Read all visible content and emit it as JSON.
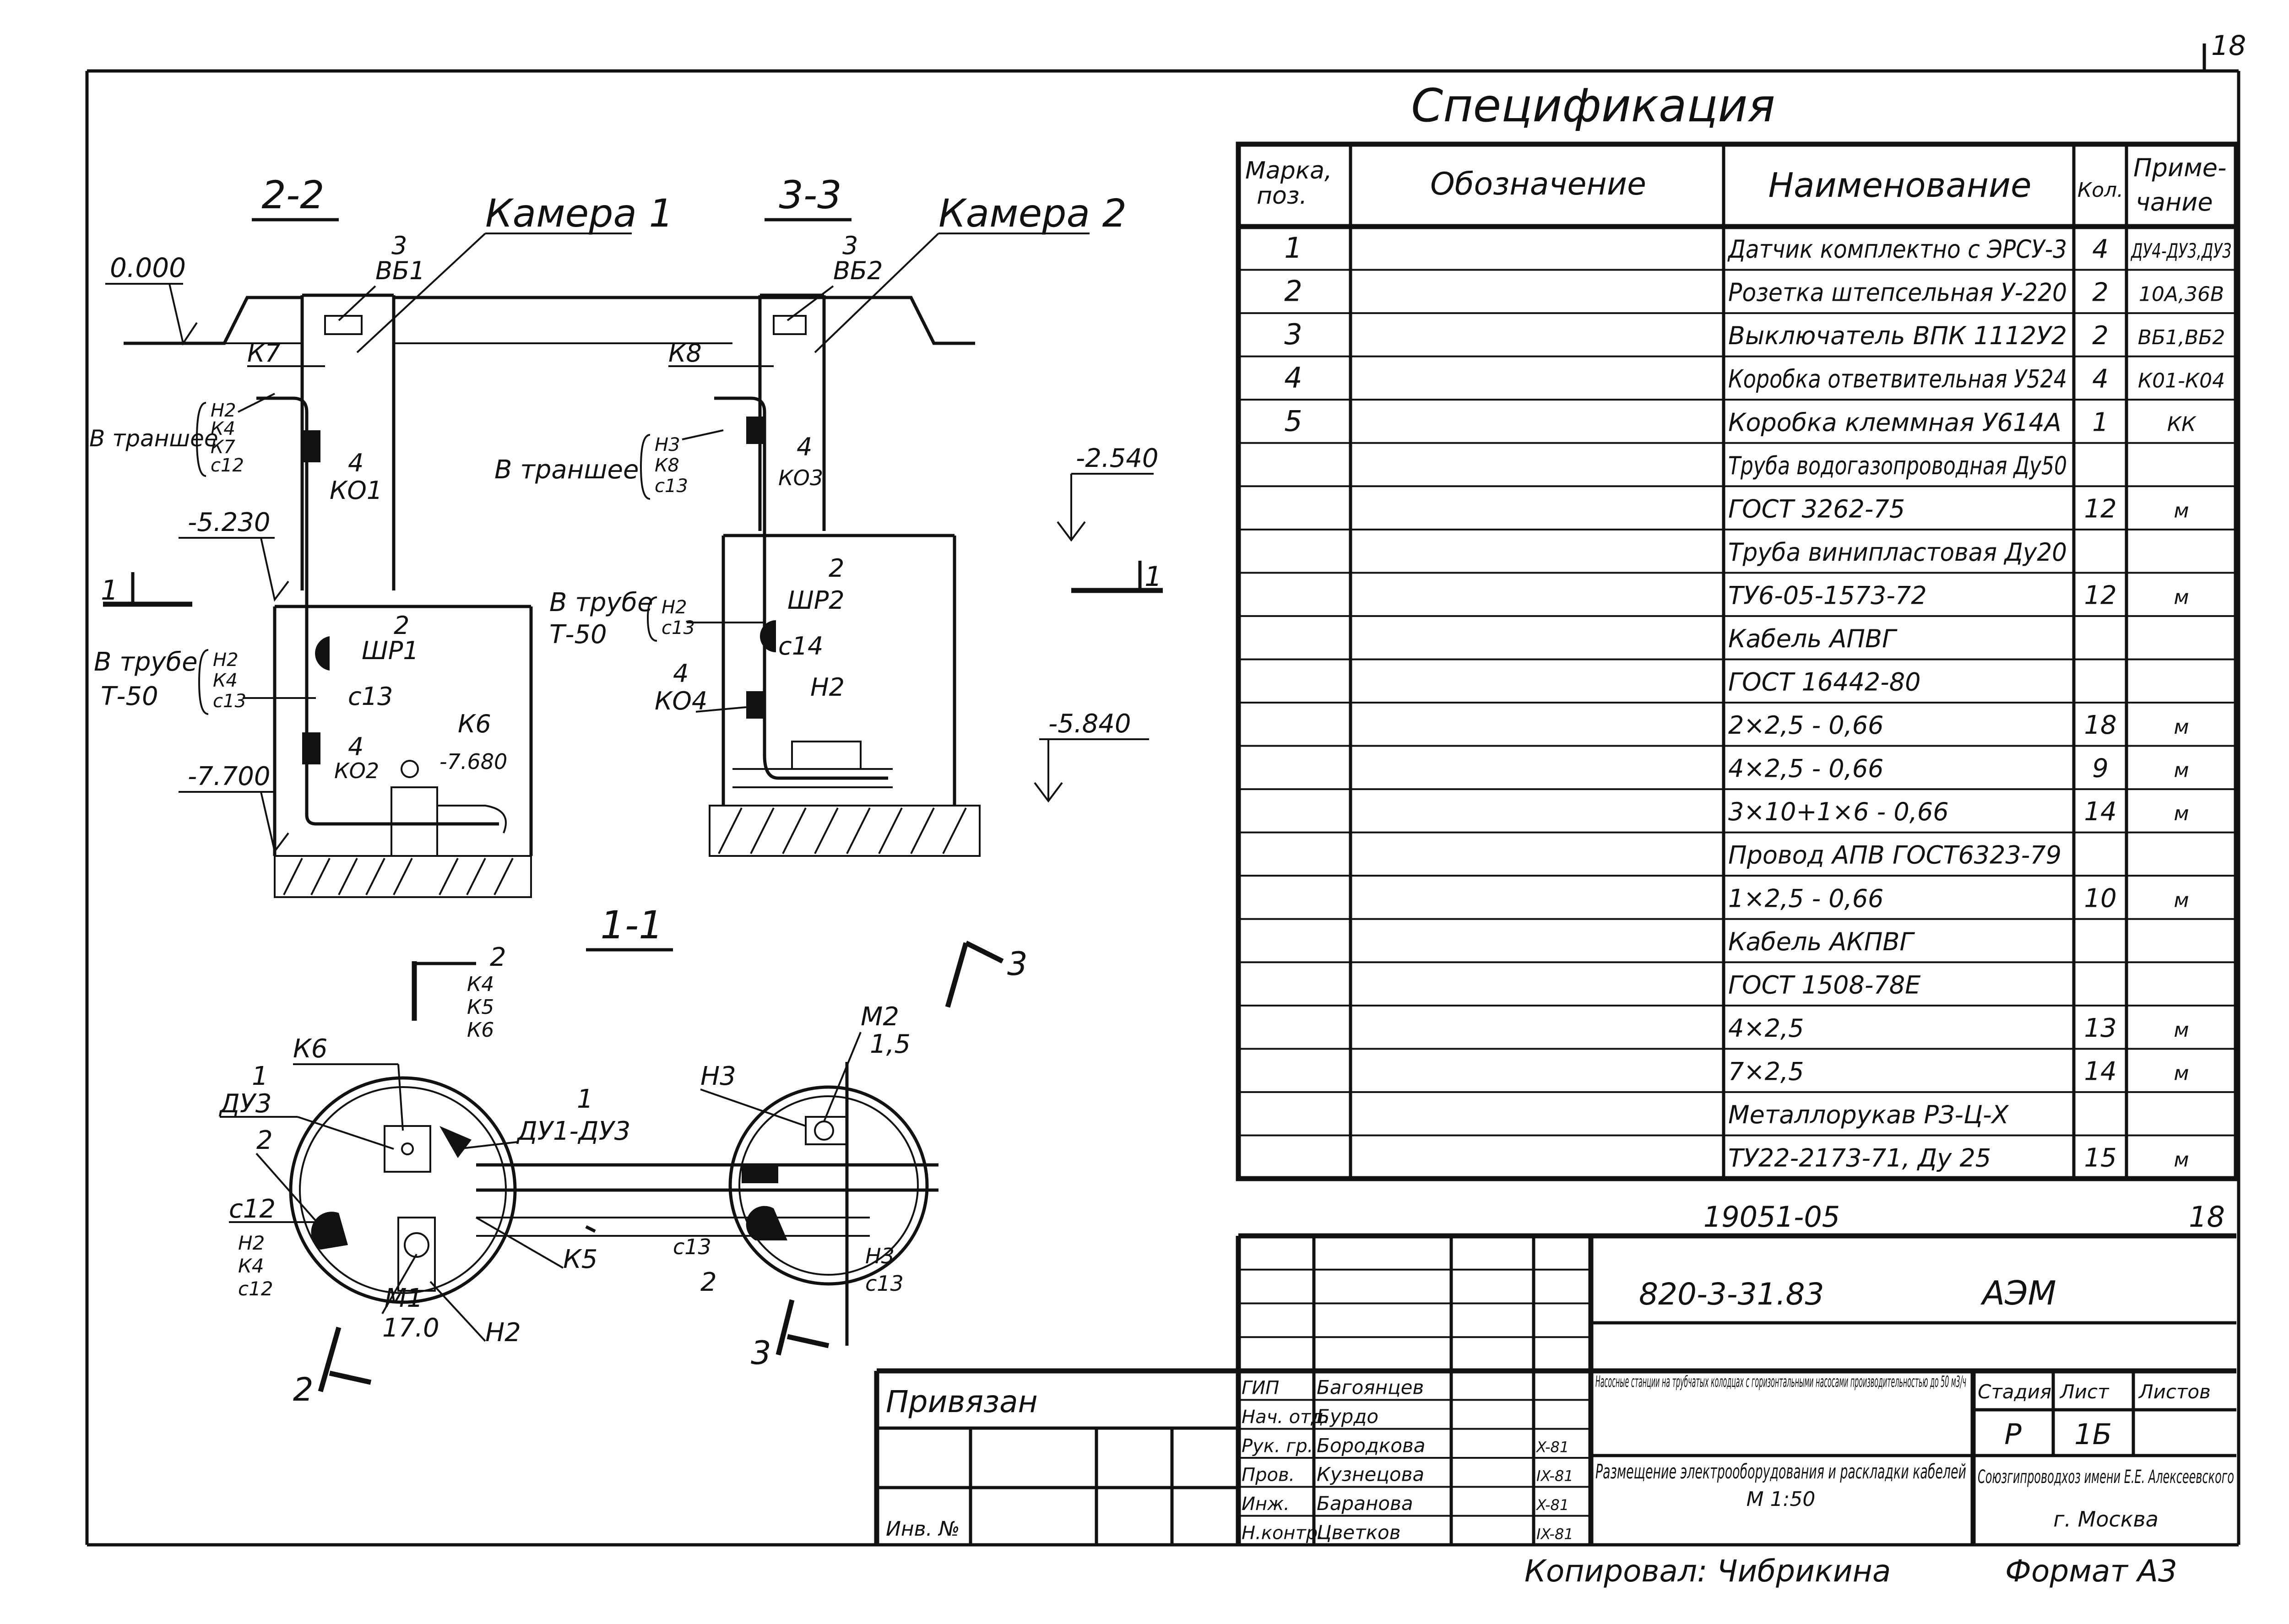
{
  "sheet_corner_number": "18",
  "spec": {
    "title": "Спецификация",
    "headers": [
      "Марка, поз.",
      "Обозначение",
      "Наименование",
      "Кол.",
      "Приме-чание"
    ],
    "rows": [
      {
        "pos": "1",
        "name": "Датчик комплектно с ЭРСУ-3",
        "qty": "4",
        "note": "ДУ4-ДУ3,ДУ3"
      },
      {
        "pos": "2",
        "name": "Розетка штепсельная У-220",
        "qty": "2",
        "note": "10А,36В"
      },
      {
        "pos": "3",
        "name": "Выключатель ВПК 1112У2",
        "qty": "2",
        "note": "ВБ1,ВБ2"
      },
      {
        "pos": "4",
        "name": "Коробка ответвительная У524",
        "qty": "4",
        "note": "К01-К04"
      },
      {
        "pos": "5",
        "name": "Коробка клеммная У614А",
        "qty": "1",
        "note": "КК"
      },
      {
        "pos": "",
        "name": "Труба водогазопроводная Ду50",
        "qty": "",
        "note": ""
      },
      {
        "pos": "",
        "name": "ГОСТ 3262-75",
        "qty": "12",
        "note": "м"
      },
      {
        "pos": "",
        "name": "Труба винипластовая Ду20",
        "qty": "",
        "note": ""
      },
      {
        "pos": "",
        "name": "ТУ6-05-1573-72",
        "qty": "12",
        "note": "м"
      },
      {
        "pos": "",
        "name": "Кабель АПВГ",
        "qty": "",
        "note": ""
      },
      {
        "pos": "",
        "name": "ГОСТ 16442-80",
        "qty": "",
        "note": ""
      },
      {
        "pos": "",
        "name": "2×2,5 - 0,66",
        "qty": "18",
        "note": "м"
      },
      {
        "pos": "",
        "name": "4×2,5 - 0,66",
        "qty": "9",
        "note": "м"
      },
      {
        "pos": "",
        "name": "3×10+1×6 - 0,66",
        "qty": "14",
        "note": "м"
      },
      {
        "pos": "",
        "name": "Провод АПВ ГОСТ6323-79",
        "qty": "",
        "note": ""
      },
      {
        "pos": "",
        "name": "1×2,5 - 0,66",
        "qty": "10",
        "note": "м"
      },
      {
        "pos": "",
        "name": "Кабель АКПВГ",
        "qty": "",
        "note": ""
      },
      {
        "pos": "",
        "name": "ГОСТ 1508-78Е",
        "qty": "",
        "note": ""
      },
      {
        "pos": "",
        "name": "4×2,5",
        "qty": "13",
        "note": "м"
      },
      {
        "pos": "",
        "name": "7×2,5",
        "qty": "14",
        "note": "м"
      },
      {
        "pos": "",
        "name": "Металлорукав РЗ-Ц-Х",
        "qty": "",
        "note": ""
      },
      {
        "pos": "",
        "name": "ТУ22-2173-71, Ду 25",
        "qty": "15",
        "note": "м"
      }
    ]
  },
  "sections": {
    "s22": "2-2",
    "s33": "3-3",
    "s11": "1-1",
    "chamber1": "Камера 1",
    "chamber2": "Камера 2"
  },
  "labels": {
    "lev_0": "0.000",
    "lev_5230": "-5.230",
    "lev_7700": "-7.700",
    "lev_7680": "-7.680",
    "lev_2540": "-2.540",
    "lev_5840": "-5.840",
    "trench_1": "В траншее",
    "trench_2": "В траншее",
    "pipe_1": "В трубе",
    "pipe_1b": "Т-50",
    "pipe_2": "В трубе",
    "pipe_2b": "Т-50",
    "n3": "3",
    "vb1": "ВБ1",
    "vb2": "ВБ2",
    "k7": "К7",
    "k8": "К8",
    "n4": "4",
    "ko1": "КО1",
    "ko2": "КО2",
    "ko3": "КО3",
    "ko4": "КО4",
    "n2": "2",
    "shr1": "ШР1",
    "shr2": "ШР2",
    "c13": "с13",
    "c14": "с14",
    "k6": "К6",
    "n2_k4_c12_a": "Н2",
    "n2_k4_c12_b": "К4",
    "n2_k4_c12_c": "К7",
    "n2_k4_c12_d": "с12",
    "n3_k8_c13_a": "Н3",
    "n3_k8_c13_b": "К8",
    "n3_k8_c13_c": "с13",
    "p1_a": "Н2",
    "p1_b": "К4",
    "p1_c": "с13",
    "p2_a": "Н2",
    "p2_b": "с13",
    "h2": "Н2",
    "cut1": "1",
    "plan_k6": "К6",
    "plan_1": "1",
    "plan_du3": "ДУ3",
    "plan_2": "2",
    "plan_c12": "с12",
    "plan_stack_a": "Н2",
    "plan_stack_b": "К4",
    "plan_stack_c": "с12",
    "plan_m1": "М1",
    "plan_170": "17.0",
    "plan_h2": "Н2",
    "plan_k5": "К5",
    "plan_du1du3": "ДУ1-ДУ3",
    "plan_1b": "1",
    "plan_cut2": "2",
    "plan_k4": "К4",
    "plan_k5b": "К5",
    "plan_k6b": "К6",
    "plan_n3": "Н3",
    "plan_m2": "М2",
    "plan_15": "1,5",
    "plan_c13": "с13",
    "plan_2b": "2",
    "plan_n3b": "Н3",
    "plan_c13b": "с13",
    "cut3": "3",
    "cut2b": "2",
    "cut3b": "3"
  },
  "title_block": {
    "doc_id": "19051-05",
    "page_no": "18",
    "code": "820-3-31.83",
    "section": "АЭМ",
    "privyazan": "Привязан",
    "inv": "Инв. №",
    "roles": [
      "ГИП",
      "Нач. отд.",
      "Рук. гр.",
      "Пров.",
      "Инж.",
      "Н.контр."
    ],
    "names": [
      "Багоянцев",
      "Бурдо",
      "Бородкова",
      "Кузнецова",
      "Баранова",
      "Цветков"
    ],
    "dates": [
      "",
      "",
      "X-81",
      "IX-81",
      "X-81",
      "IX-81"
    ],
    "project": "Насосные станции на трубчатых колодцах с горизонтальными насосами производительностью до 50 м3/ч",
    "sheet_title": "Размещение электрооборудования и раскладки кабелей",
    "scale": "М 1:50",
    "stage_h": "Стадия",
    "sheet_h": "Лист",
    "sheets_h": "Листов",
    "stage": "Р",
    "sheet": "1Б",
    "sheets": "",
    "org": "Союзгипроводхоз имени Е.Е. Алексеевского",
    "city": "г. Москва"
  },
  "footer": {
    "copied": "Копировал: Чибрикина",
    "format": "Формат А3"
  }
}
